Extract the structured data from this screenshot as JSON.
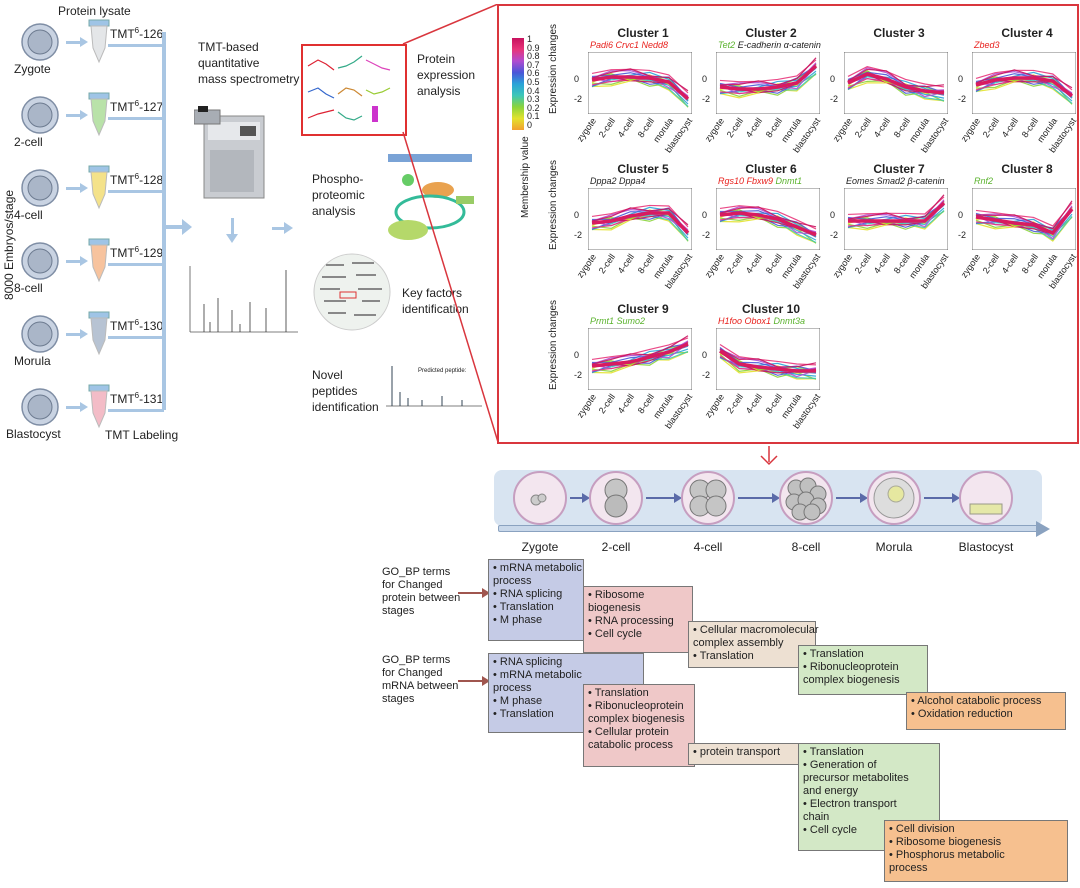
{
  "workflow": {
    "protein_lysate": "Protein lysate",
    "embryos_label": "8000 Embryos/stage",
    "stages": [
      {
        "name": "Zygote",
        "tmt": "TMT",
        "sup": "6",
        "code": "-126"
      },
      {
        "name": "2-cell",
        "tmt": "TMT",
        "sup": "6",
        "code": "-127"
      },
      {
        "name": "4-cell",
        "tmt": "TMT",
        "sup": "6",
        "code": "-128"
      },
      {
        "name": "8-cell",
        "tmt": "TMT",
        "sup": "6",
        "code": "-129"
      },
      {
        "name": "Morula",
        "tmt": "TMT",
        "sup": "6",
        "code": "-130"
      },
      {
        "name": "Blastocyst",
        "tmt": "TMT",
        "sup": "6",
        "code": "-131"
      }
    ],
    "tmt_labeling": "TMT Labeling",
    "ms_line1": "TMT-based",
    "ms_line2": "quantitative",
    "ms_line3": "mass spectrometry",
    "analyses": [
      {
        "line1": "Protein",
        "line2": "expression",
        "line3": "analysis"
      },
      {
        "line1": "Phospho-",
        "line2": "proteomic",
        "line3": "analysis"
      },
      {
        "line1": "Key factors",
        "line2": "identification",
        "line3": ""
      },
      {
        "line1": "Novel",
        "line2": "peptides",
        "line3": "identification"
      }
    ],
    "peptide_caption": "Predicted peptide:"
  },
  "colorbar": {
    "label": "Membership value",
    "ticks": [
      "1",
      "0.9",
      "0.8",
      "0.7",
      "0.6",
      "0.5",
      "0.4",
      "0.3",
      "0.2",
      "0.1",
      "0"
    ]
  },
  "clusters": {
    "ylabel": "Expression changes",
    "yticks": [
      "0",
      "-2"
    ],
    "xticks": [
      "zygote",
      "2-cell",
      "4-cell",
      "8-cell",
      "morula",
      "blastocyst"
    ],
    "items": [
      {
        "title": "Cluster 1",
        "genes": [
          {
            "t": "Padi6 Crvc1 Nedd8",
            "c": "#e8211d"
          }
        ]
      },
      {
        "title": "Cluster 2",
        "genes": [
          {
            "t": "Tet2 ",
            "c": "#5bb32e"
          },
          {
            "t": "E-cadherin α-catenin",
            "c": "#222222"
          }
        ]
      },
      {
        "title": "Cluster 3",
        "genes": []
      },
      {
        "title": "Cluster 4",
        "genes": [
          {
            "t": "Zbed3",
            "c": "#e8211d"
          }
        ]
      },
      {
        "title": "Cluster 5",
        "genes": [
          {
            "t": "Dppa2 Dppa4",
            "c": "#222222"
          }
        ]
      },
      {
        "title": "Cluster 6",
        "genes": [
          {
            "t": "Rgs10 Fbxw9 ",
            "c": "#e8211d"
          },
          {
            "t": "Dnmt1",
            "c": "#5bb32e"
          }
        ]
      },
      {
        "title": "Cluster 7",
        "genes": [
          {
            "t": "Eomes Smad2 β-catenin",
            "c": "#222222"
          }
        ]
      },
      {
        "title": "Cluster 8",
        "genes": [
          {
            "t": "Rnf2",
            "c": "#5bb32e"
          }
        ]
      },
      {
        "title": "Cluster 9",
        "genes": [
          {
            "t": "Prmt1 Sumo2",
            "c": "#5bb32e"
          }
        ]
      },
      {
        "title": "Cluster 10",
        "genes": [
          {
            "t": "H1foo Obox1 ",
            "c": "#e8211d"
          },
          {
            "t": "Dnmt3a",
            "c": "#5bb32e"
          }
        ]
      }
    ]
  },
  "timeline": {
    "stages": [
      "Zygote",
      "2-cell",
      "4-cell",
      "8-cell",
      "Morula",
      "Blastocyst"
    ]
  },
  "go_protein": {
    "heading": [
      "GO_BP terms",
      "for Changed",
      "protein between",
      "stages"
    ],
    "boxes": [
      {
        "color": "blue",
        "items": [
          "• mRNA metabolic",
          "  process",
          "• RNA splicing",
          "• Translation",
          "• M phase"
        ]
      },
      {
        "color": "red",
        "items": [
          "• Ribosome",
          "  biogenesis",
          "• RNA processing",
          "• Cell cycle"
        ]
      },
      {
        "color": "tan",
        "items": [
          "• Cellular macromolecular",
          "  complex assembly",
          "• Translation"
        ]
      },
      {
        "color": "green",
        "items": [
          "• Translation",
          "• Ribonucleoprotein",
          "  complex biogenesis"
        ]
      },
      {
        "color": "orange",
        "items": [
          "• Alcohol catabolic process",
          "• Oxidation reduction"
        ]
      }
    ]
  },
  "go_mrna": {
    "heading": [
      "GO_BP terms",
      "for Changed",
      "mRNA between",
      "stages"
    ],
    "boxes": [
      {
        "color": "blue",
        "items": [
          "• RNA splicing",
          "• mRNA metabolic",
          "  process",
          "• M phase",
          "• Translation"
        ]
      },
      {
        "color": "red",
        "items": [
          "• Translation",
          "• Ribonucleoprotein",
          "  complex biogenesis",
          "• Cellular protein",
          "  catabolic process"
        ]
      },
      {
        "color": "tan",
        "items": [
          "• protein transport"
        ]
      },
      {
        "color": "green",
        "items": [
          "• Translation",
          "• Generation of",
          "  precursor metabolites",
          "  and energy",
          "• Electron transport",
          "  chain",
          "• Cell cycle"
        ]
      },
      {
        "color": "orange",
        "items": [
          "• Cell division",
          "• Ribosome biogenesis",
          "• Phosphorus metabolic",
          "  process"
        ]
      }
    ]
  }
}
